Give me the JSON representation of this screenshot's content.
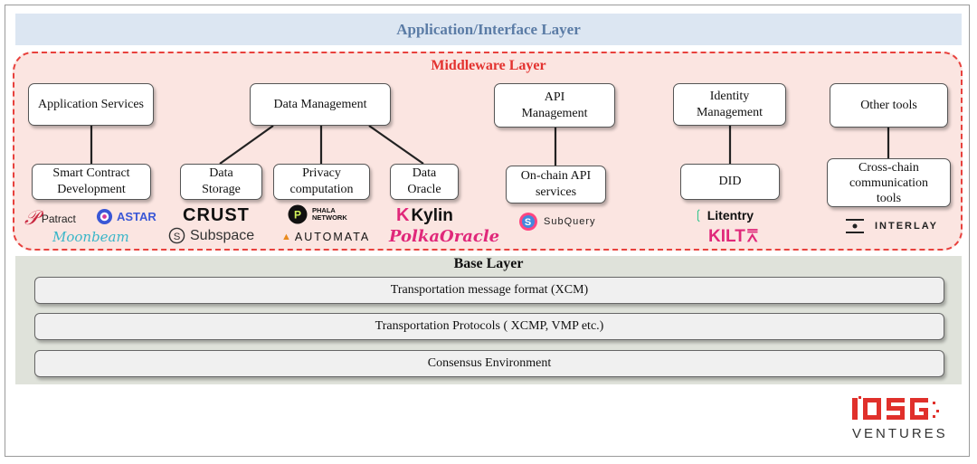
{
  "application_layer": {
    "label": "Application/Interface Layer"
  },
  "middleware_layer": {
    "title": "Middleware Layer",
    "categories": {
      "application_services": "Application Services",
      "data_management": "Data Management",
      "api_management": "API Management",
      "identity_management": "Identity Management",
      "other_tools": "Other tools"
    },
    "subcategories": {
      "smart_contract_development": "Smart Contract Development",
      "data_storage": "Data Storage",
      "privacy_computation": "Privacy computation",
      "data_oracle": "Data Oracle",
      "onchain_api_services": "On-chain API services",
      "did": "DID",
      "cross_chain_tools": "Cross-chain communication tools"
    },
    "logos": {
      "patract": "Patract",
      "astar": "ASTAR",
      "moonbeam": "Moonbeam",
      "crust": "CRUST",
      "subspace": "Subspace",
      "phala_line1": "PHALA",
      "phala_line2": "NETWORK",
      "automata": "AUTOMATA",
      "kylin": "Kylin",
      "polkaoracle": "PolkaOracle",
      "subquery": "SubQuery",
      "litentry": "Litentry",
      "kilt": "KILT",
      "interlay": "INTERLAY"
    }
  },
  "base_layer": {
    "title": "Base Layer",
    "rows": [
      "Transportation message format (XCM)",
      "Transportation Protocols ( XCMP, VMP etc.)",
      "Consensus Environment"
    ]
  },
  "brand": {
    "logo_text": "IOSG",
    "sub": "VENTURES"
  },
  "colors": {
    "application_fill": "#dce6f2",
    "application_text": "#5b7ca6",
    "middleware_fill": "#fbe5e1",
    "middleware_border": "#e8413d",
    "base_fill": "#dfe2da",
    "iosg_red": "#e0302b"
  }
}
